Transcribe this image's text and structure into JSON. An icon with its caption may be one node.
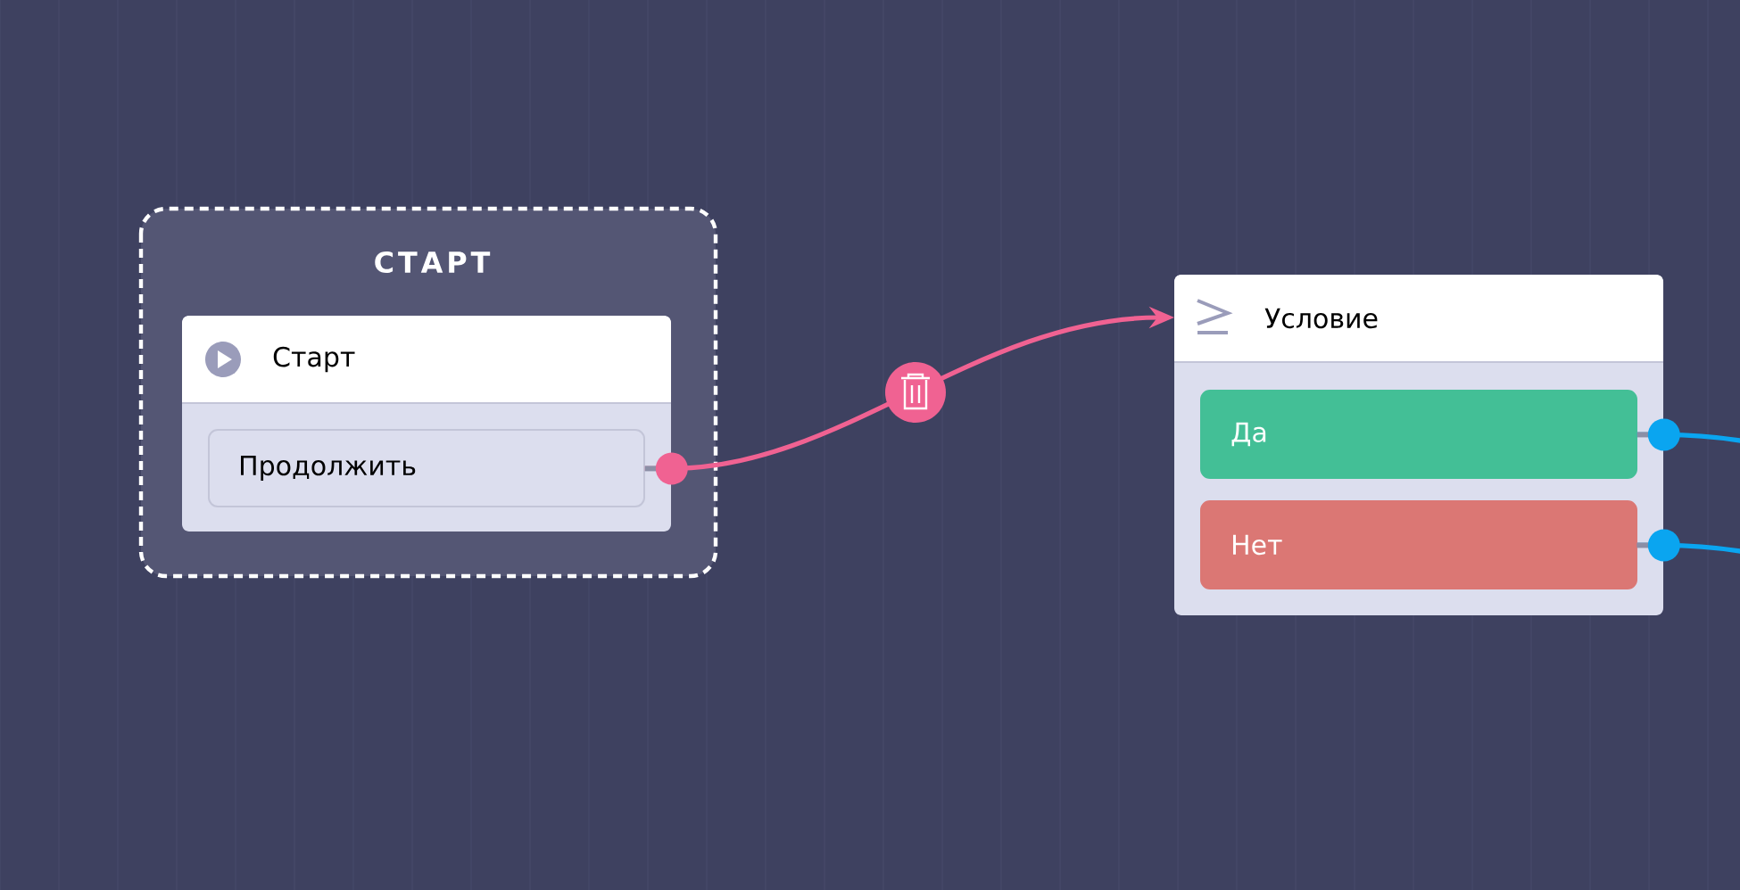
{
  "diagram": {
    "nodes": [
      {
        "text": [
          "СТАРТ"
        ]
      },
      {
        "text": [
          "Старт"
        ],
        "in": 0
      },
      {
        "text": [
          "Продолжить"
        ],
        "in": 1
      },
      {
        "text": [
          "Условие"
        ]
      },
      {
        "text": [
          "Да"
        ],
        "in": 3
      },
      {
        "text": [
          "Нет"
        ],
        "in": 3
      }
    ],
    "edges": [
      {
        "from": 2,
        "to": 3,
        "arrow": "to",
        "color": "#f06292"
      },
      {
        "from": 4,
        "to": null,
        "arrow": "none",
        "color": "#0aa5f0"
      },
      {
        "from": 5,
        "to": null,
        "arrow": "none",
        "color": "#0aa5f0"
      }
    ]
  }
}
